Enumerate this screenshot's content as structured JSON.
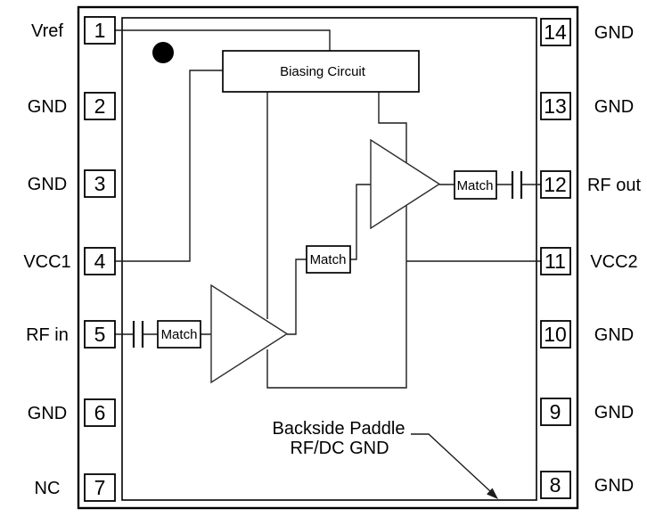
{
  "diagram": {
    "type": "ic-functional-block-pinout",
    "colors": {
      "line": "#000000",
      "background": "#ffffff"
    },
    "package": {
      "left_pins": [
        {
          "num": "1",
          "label": "Vref"
        },
        {
          "num": "2",
          "label": "GND"
        },
        {
          "num": "3",
          "label": "GND"
        },
        {
          "num": "4",
          "label": "VCC1"
        },
        {
          "num": "5",
          "label": "RF in"
        },
        {
          "num": "6",
          "label": "GND"
        },
        {
          "num": "7",
          "label": "NC"
        }
      ],
      "right_pins": [
        {
          "num": "14",
          "label": "GND"
        },
        {
          "num": "13",
          "label": "GND"
        },
        {
          "num": "12",
          "label": "RF out"
        },
        {
          "num": "11",
          "label": "VCC2"
        },
        {
          "num": "10",
          "label": "GND"
        },
        {
          "num": "9",
          "label": "GND"
        },
        {
          "num": "8",
          "label": "GND"
        }
      ]
    },
    "blocks": {
      "biasing": "Biasing Circuit",
      "match_input": "Match",
      "match_interstage": "Match",
      "match_output": "Match"
    },
    "annotation": {
      "line1": "Backside Paddle",
      "line2": "RF/DC GND"
    }
  }
}
